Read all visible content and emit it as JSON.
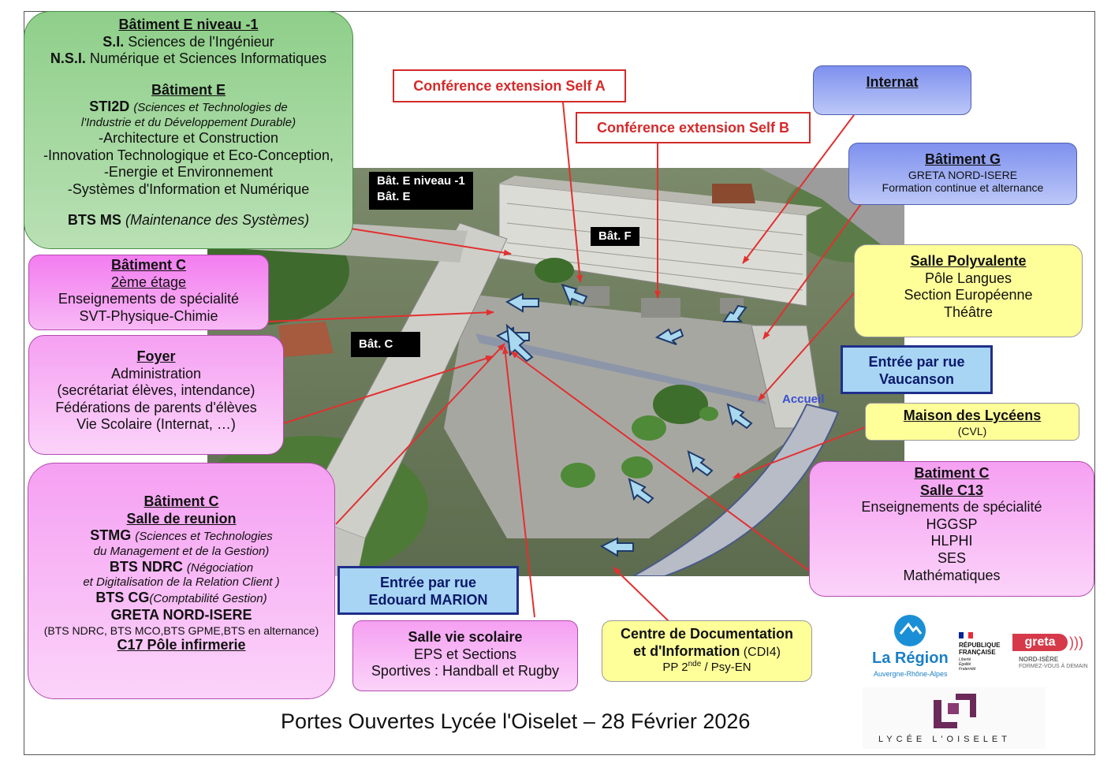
{
  "bat_e": {
    "title1": "Bâtiment E  niveau -1",
    "si_code": "S.I.",
    "si_text": " Sciences de l'Ingénieur",
    "nsi_code": "N.S.I.",
    "nsi_text": " Numérique et Sciences Informatiques",
    "title2": "Bâtiment E",
    "sti2d": "STI2D",
    "sti2d_desc1": "(Sciences et Technologies de",
    "sti2d_desc2": "l'Industrie et du Développement Durable)",
    "opt1": "-Architecture et Construction",
    "opt2": "-Innovation Technologique et Eco-Conception,",
    "opt3": "-Energie et  Environnement",
    "opt4": "-Systèmes d'Information et Numérique",
    "bts_ms": "BTS MS",
    "bts_ms_desc": "(Maintenance des Systèmes)"
  },
  "bat_c2": {
    "title": "Bâtiment C",
    "sub": "2ème étage",
    "l1": "Enseignements de spécialité",
    "l2": "SVT-Physique-Chimie"
  },
  "foyer": {
    "title": "Foyer",
    "l1": "Administration",
    "l2": "(secrétariat élèves, intendance)",
    "l3": "Fédérations de parents d'élèves",
    "l4": "Vie Scolaire (Internat, …)"
  },
  "bat_c_reunion": {
    "title": "Bâtiment C",
    "sub": "Salle de reunion",
    "stmg": "STMG",
    "stmg_desc1": "(Sciences et Technologies",
    "stmg_desc2": "du Management et de la Gestion)",
    "ndrc": "BTS NDRC",
    "ndrc_desc1": "(Négociation",
    "ndrc_desc2": "et Digitalisation de la Relation Client )",
    "cg": "BTS CG",
    "cg_desc": "(Comptabilité Gestion)",
    "greta": "GRETA NORD-ISERE",
    "greta_desc": "(BTS NDRC, BTS MCO,BTS GPME,BTS en alternance)",
    "c17": "C17 Pôle infirmerie"
  },
  "entree_marion": {
    "l1": "Entrée par rue",
    "l2": "Edouard MARION"
  },
  "salle_vie": {
    "title": "Salle vie scolaire",
    "l1": "EPS  et  Sections",
    "l2": "Sportives : Handball et Rugby"
  },
  "cdi": {
    "l1": "Centre de Documentation",
    "l2a": "et d'Information",
    "l2b": " (CDI4)",
    "l3a": "PP 2",
    "l3sup": "nde",
    "l3b": " / Psy-EN"
  },
  "conf_a": "Conférence extension Self A",
  "conf_b": "Conférence extension Self B",
  "internat": "Internat",
  "bat_g": {
    "title": "Bâtiment G",
    "l1": "GRETA NORD-ISERE",
    "l2": "Formation continue et alternance"
  },
  "polyvalente": {
    "title": "Salle Polyvalente",
    "l1": "Pôle Langues",
    "l2": "Section Européenne",
    "l3": "Théâtre"
  },
  "entree_vaucanson": {
    "l1": "Entrée par rue",
    "l2": "Vaucanson"
  },
  "mdl": {
    "title": "Maison des Lycéens",
    "sub": "(CVL)"
  },
  "bat_c13": {
    "title": "Batiment C",
    "sub": "Salle C13",
    "l1": "Enseignements de spécialité",
    "l2": "HGGSP",
    "l3": "HLPHI",
    "l4": "SES",
    "l5": "Mathématiques"
  },
  "photo_labels": {
    "bat_e": "Bât. E niveau -1",
    "bat_e2": "Bât. E",
    "bat_f": "Bât. F",
    "bat_c": "Bât. C",
    "accueil": "Accueil"
  },
  "logos": {
    "region1": "La Région",
    "region2": "Auvergne-Rhône-Alpes",
    "rf1": "RÉPUBLIQUE",
    "rf2": "FRANÇAISE",
    "rf3": "Liberté",
    "rf4": "Égalité",
    "rf5": "Fraternité",
    "greta1": "greta",
    "greta2": "NORD-ISÈRE",
    "greta3": "FORMEZ-VOUS À DEMAIN",
    "lycee": "LYCÉE L'OISELET"
  },
  "footer": "Portes Ouvertes  Lycée l'Oiselet – 28 Février 2026",
  "colors": {
    "arrow_red": "#e23030",
    "entry_border": "#1f2f8a",
    "conf_red": "#d42a2a"
  }
}
